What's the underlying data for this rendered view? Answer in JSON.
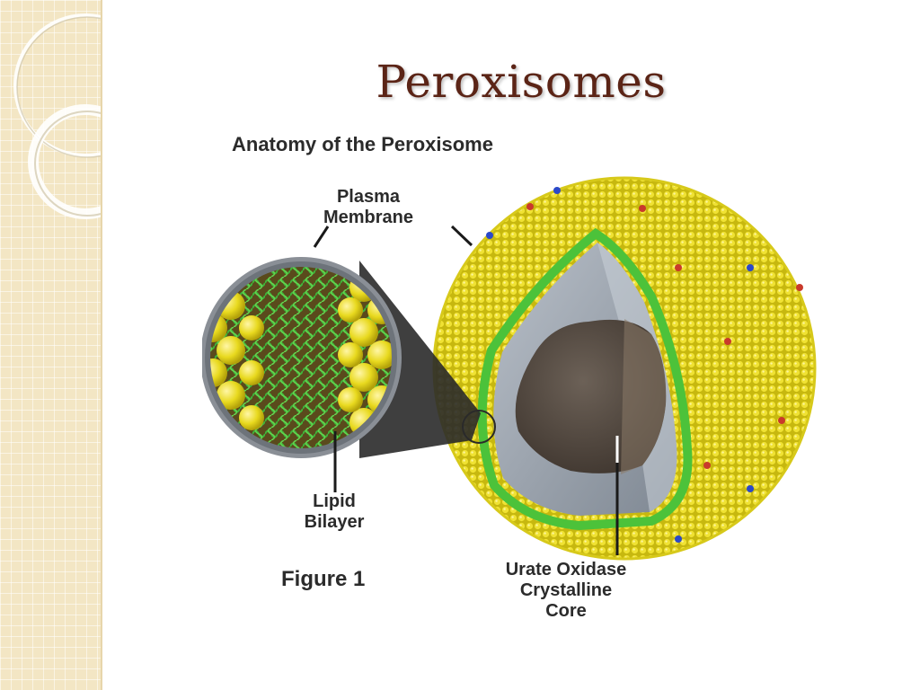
{
  "slide": {
    "title": "Peroxisomes"
  },
  "figure": {
    "heading": "Anatomy of the Peroxisome",
    "caption": "Figure 1",
    "labels": {
      "plasma_membrane": [
        "Plasma",
        "Membrane"
      ],
      "lipid_bilayer": [
        "Lipid",
        "Bilayer"
      ],
      "core": [
        "Urate Oxidase",
        "Crystalline",
        "Core"
      ]
    }
  },
  "colors": {
    "title": "#5b2416",
    "membrane_yellow": "#e6d624",
    "membrane_green": "#4cc23a",
    "core_dark": "#4a4038",
    "lumen_grey": "#9aa3ae",
    "side_panel": "#f3e6c4"
  }
}
